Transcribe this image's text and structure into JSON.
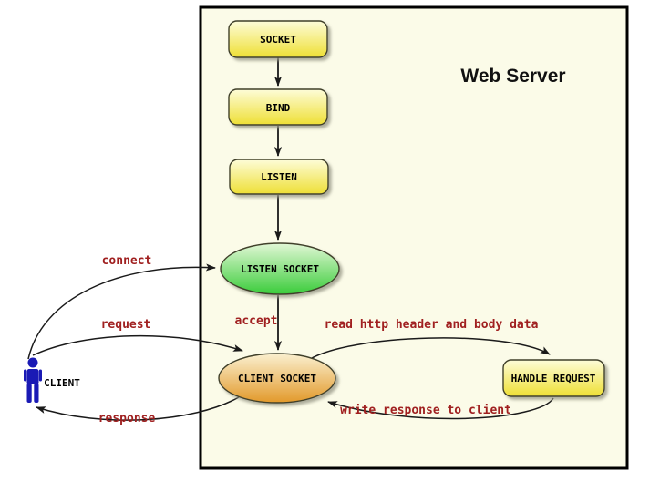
{
  "diagram": {
    "title": "Web Server",
    "nodes": {
      "socket": "SOCKET",
      "bind": "BIND",
      "listen": "LISTEN",
      "listen_socket": "LISTEN SOCKET",
      "client_socket": "CLIENT SOCKET",
      "handle_request": "HANDLE REQUEST",
      "client": "CLIENT"
    },
    "edges": {
      "connect": "connect",
      "request": "request",
      "response": "response",
      "accept": "accept",
      "read": "read http header and body data",
      "write": "write response to client"
    },
    "colors": {
      "container_bg": "#fbfbe8",
      "container_border": "#000000",
      "node_border": "#3f3f2a",
      "node_yellow_top": "#fdfcd8",
      "node_yellow_bottom": "#eedf35",
      "ellipse_green_top": "#e2f7d6",
      "ellipse_green_bottom": "#3bcc3b",
      "ellipse_orange_top": "#faf0d0",
      "ellipse_orange_bottom": "#e2992b",
      "edge_label": "#a02020",
      "edge_stroke": "#1a1a1a",
      "client_figure": "#1a1ab5"
    }
  }
}
